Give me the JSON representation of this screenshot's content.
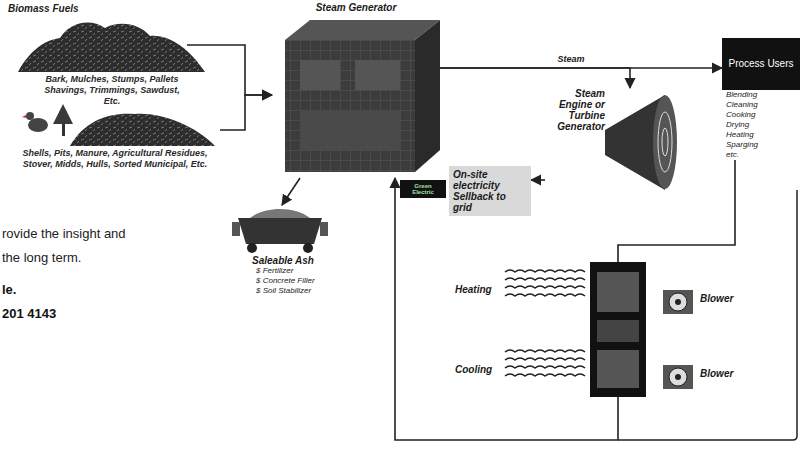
{
  "diagram": {
    "nodes": [
      {
        "text": [
          "Bark, Mulches, Stumps, Pallets Shavings, Trimmings, Sawdust, Etc."
        ]
      },
      {
        "text": [
          "Shells, Pits, Manure, Agricultural Residues, Stover, Midds, Hulls, Sorted Municipal, Etc."
        ]
      },
      {
        "text": [
          "Steam Generator"
        ]
      },
      {
        "text": [
          "Process Users",
          "Blending",
          "Cleaning",
          "Cooking",
          "Drying",
          "Heating",
          "Sparging",
          "etc."
        ]
      },
      {
        "text": [
          "Steam Engine or Turbine Generator"
        ]
      },
      {
        "text": [
          "Green Electric"
        ]
      },
      {
        "text": [
          "On-site electricity Sellback to grid"
        ]
      },
      {
        "text": [
          "Saleable Ash",
          "$ Fertilizer",
          "$ Concrete Filler",
          "$ Soil Stabilizer"
        ]
      },
      {
        "text": [
          "Heating",
          "Cooling"
        ]
      },
      {
        "text": [
          "Blower"
        ]
      },
      {
        "text": [
          "Blower"
        ]
      }
    ],
    "edges": [
      {
        "from": 0,
        "to": 2,
        "arrow": "to"
      },
      {
        "from": 1,
        "to": 2,
        "arrow": "to"
      },
      {
        "from": 2,
        "to": 3,
        "label": "Steam",
        "arrow": "to"
      },
      {
        "from": 2,
        "to": 4,
        "arrow": "to"
      },
      {
        "from": 4,
        "to": 6,
        "arrow": "to"
      },
      {
        "from": 2,
        "to": 7,
        "arrow": "to"
      },
      {
        "from": 3,
        "to": 8,
        "arrow": "none"
      },
      {
        "from": 8,
        "to": 2,
        "arrow": "to"
      }
    ],
    "labels": [
      "Biomass Fuels",
      "rovide the insight and",
      "the long term.",
      "le.",
      "201 4143"
    ]
  }
}
